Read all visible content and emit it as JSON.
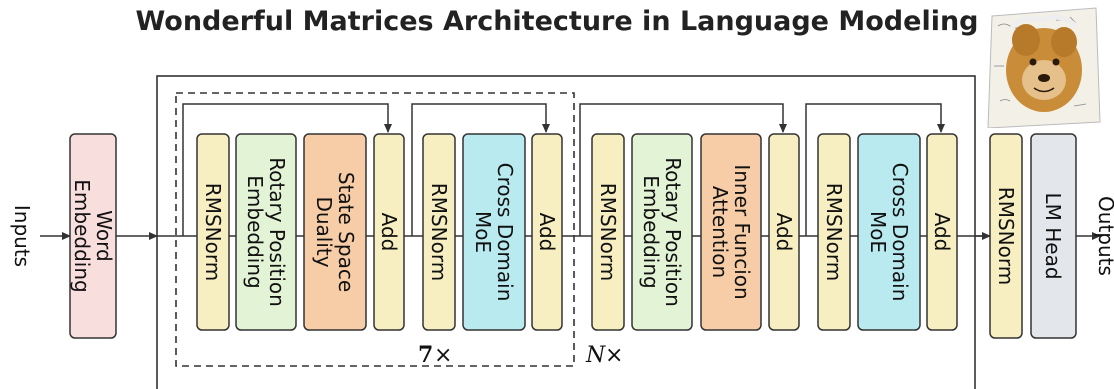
{
  "title": "Wonderful Matrices Architecture in Language Modeling",
  "io": {
    "input": "Inputs",
    "output": "Outputs"
  },
  "colors": {
    "embedding": "#f9dede",
    "norm": "#f7efc2",
    "rope": "#e3f3d6",
    "ssd": "#f7cda8",
    "moe": "#b8eaef",
    "attention": "#f7cda8",
    "lmhead": "#e3e6ea",
    "stroke": "#333333"
  },
  "blocks": {
    "word_embedding": [
      "Word",
      "Embedding"
    ],
    "rmsnorm": [
      "RMSNorm"
    ],
    "rotary": [
      "Rotary Position",
      "Embedding"
    ],
    "ssd": [
      "State Space",
      "Duality"
    ],
    "add": [
      "Add"
    ],
    "cross_moe": [
      "Cross Domain",
      "MoE"
    ],
    "inner_attention": [
      "Inner Funcion",
      "Attention"
    ],
    "lm_head": [
      "LM Head"
    ]
  },
  "repeat": {
    "inner": "7",
    "outer": "N"
  },
  "image": {
    "name": "einstein-doge-image"
  }
}
